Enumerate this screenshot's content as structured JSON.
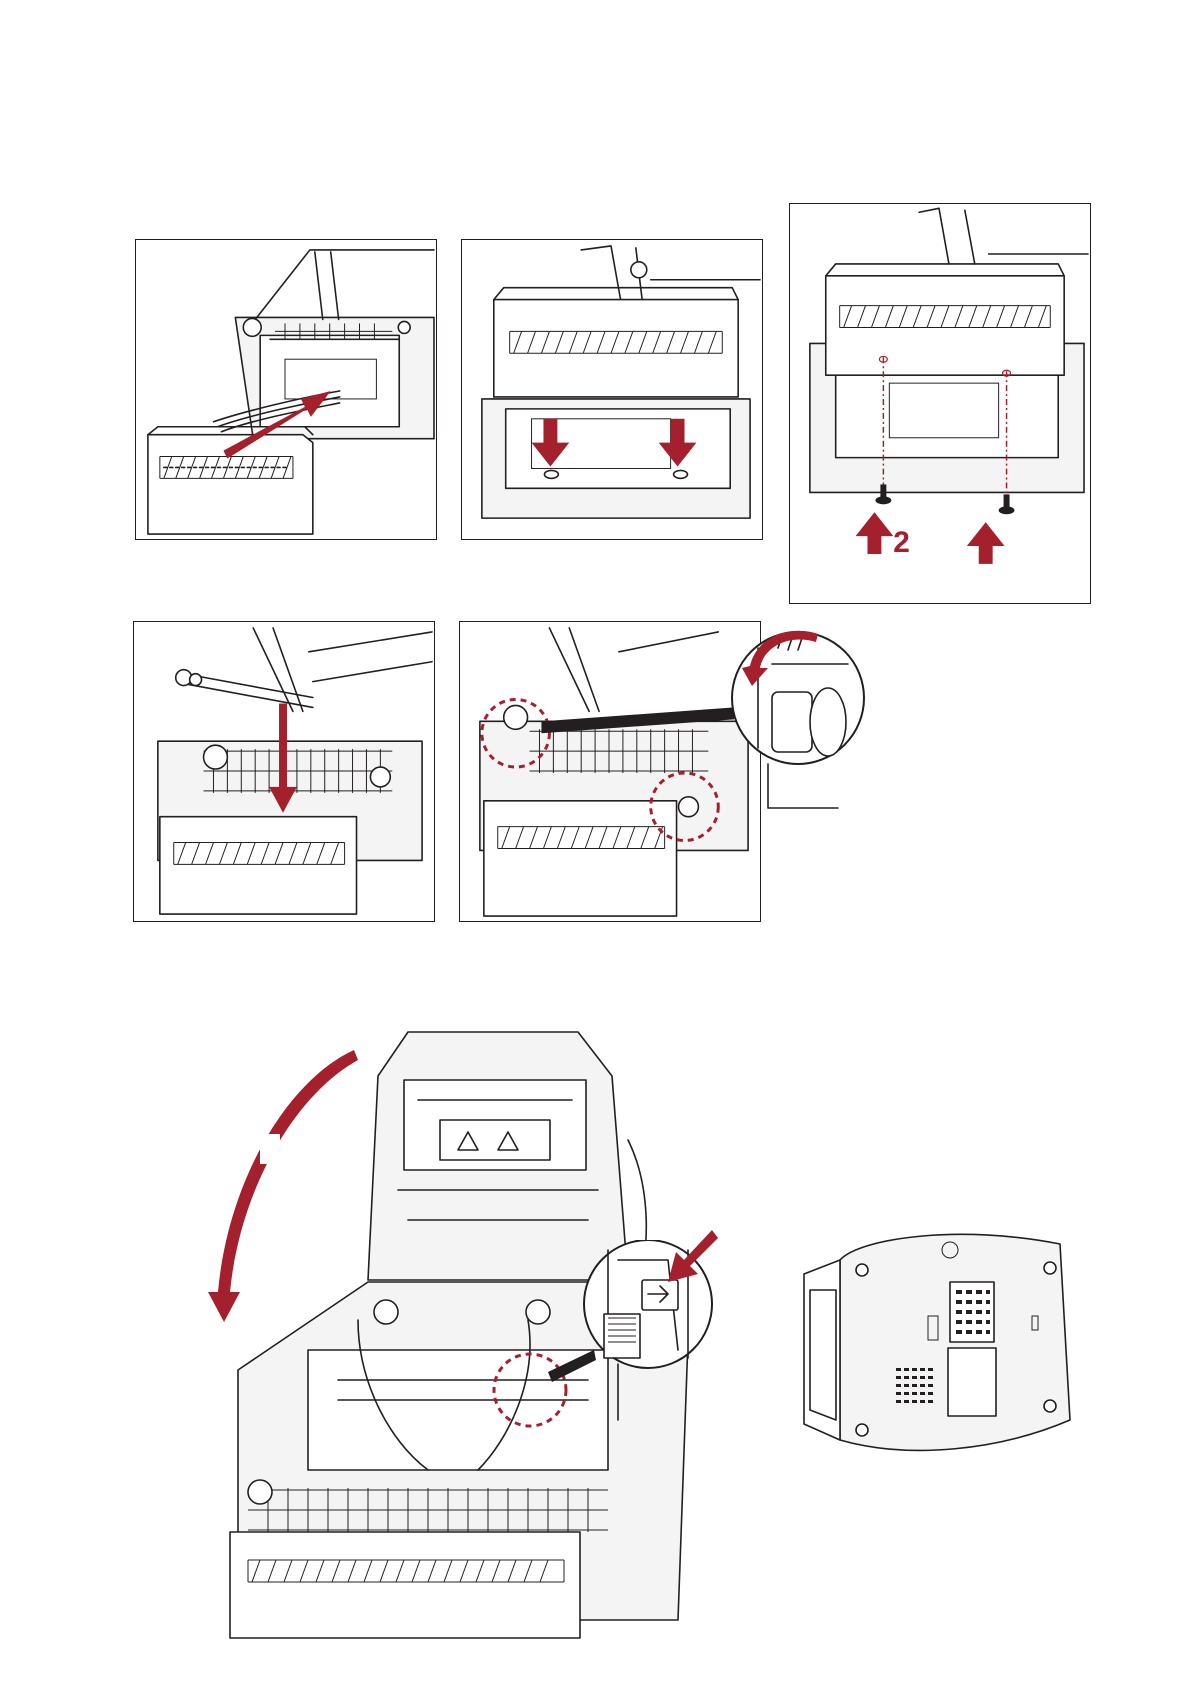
{
  "colors": {
    "accent": "#a3202c",
    "line": "#231f20",
    "background": "#ffffff"
  },
  "figures": [
    {
      "id": "fig-1",
      "subject": "cutter-module-insert",
      "arrow": "insert-arrow"
    },
    {
      "id": "fig-2",
      "subject": "cutter-module-lower",
      "arrow": "down-arrows"
    },
    {
      "id": "fig-3",
      "subject": "cutter-screws",
      "step_number": "2",
      "arrow": "up-arrows"
    },
    {
      "id": "fig-4",
      "subject": "platen-roller-lower",
      "arrow": "down-arrow"
    },
    {
      "id": "fig-5",
      "subject": "platen-roller-lock",
      "arrow": "rotate-arrow"
    },
    {
      "id": "fig-6",
      "subject": "close-top-cover",
      "arrow": "curved-arrow"
    },
    {
      "id": "fig-7",
      "subject": "printer-bottom-view"
    }
  ],
  "icons": [
    "arrow-right-icon",
    "arrow-down-icon",
    "arrow-up-icon",
    "rotate-arrow-icon",
    "curved-arrow-icon",
    "screw-icon",
    "dashed-circle-icon",
    "magnifier-callout-icon"
  ]
}
